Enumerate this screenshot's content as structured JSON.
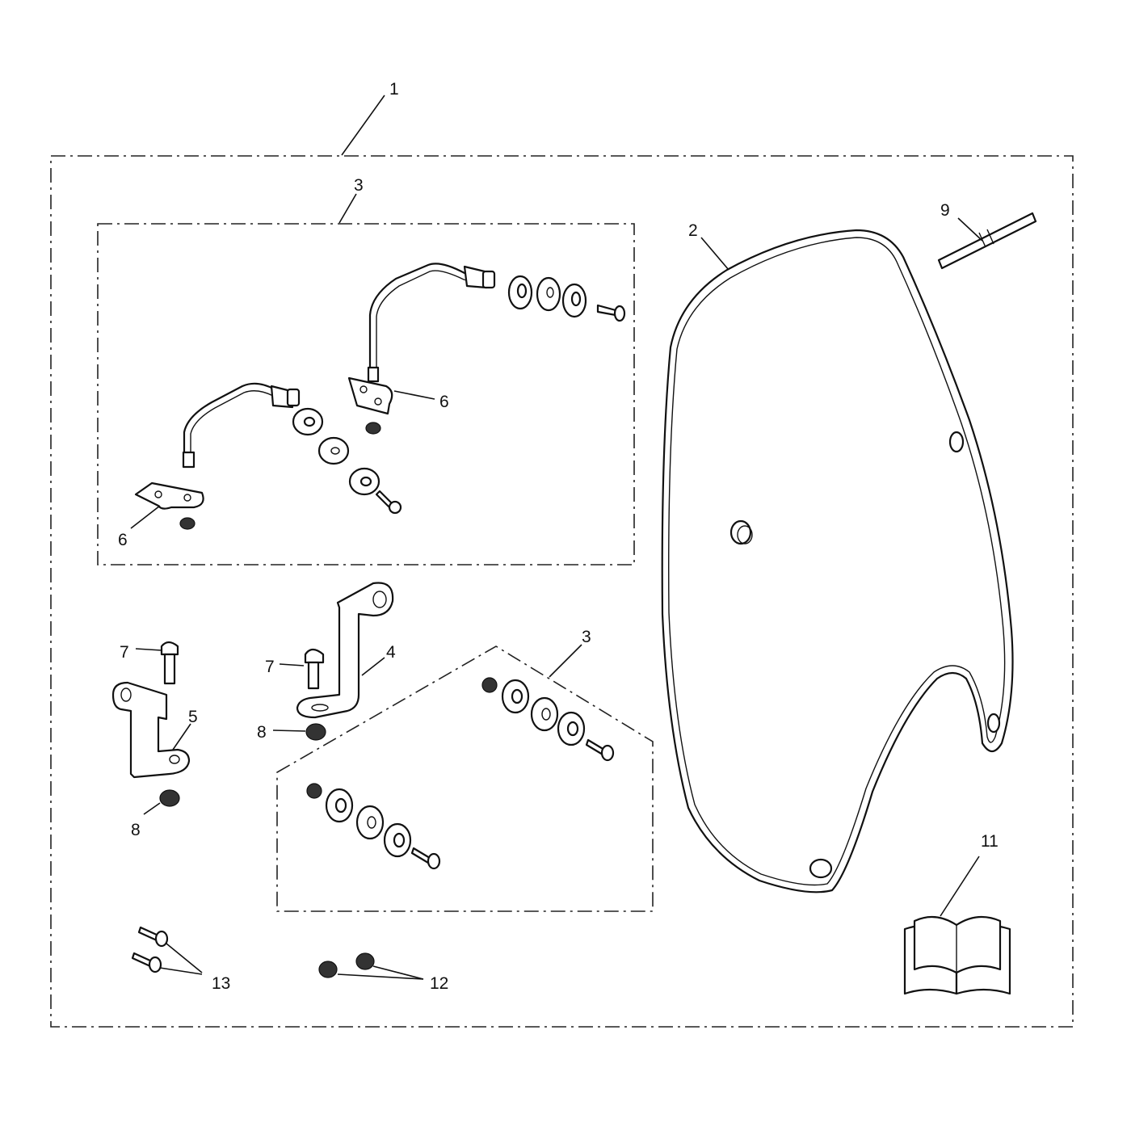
{
  "callouts": {
    "c1": "1",
    "c2": "2",
    "c3a": "3",
    "c3b": "3",
    "c4": "4",
    "c5": "5",
    "c6a": "6",
    "c6b": "6",
    "c7a": "7",
    "c7b": "7",
    "c8a": "8",
    "c8b": "8",
    "c9": "9",
    "c11": "11",
    "c12": "12",
    "c13": "13"
  }
}
